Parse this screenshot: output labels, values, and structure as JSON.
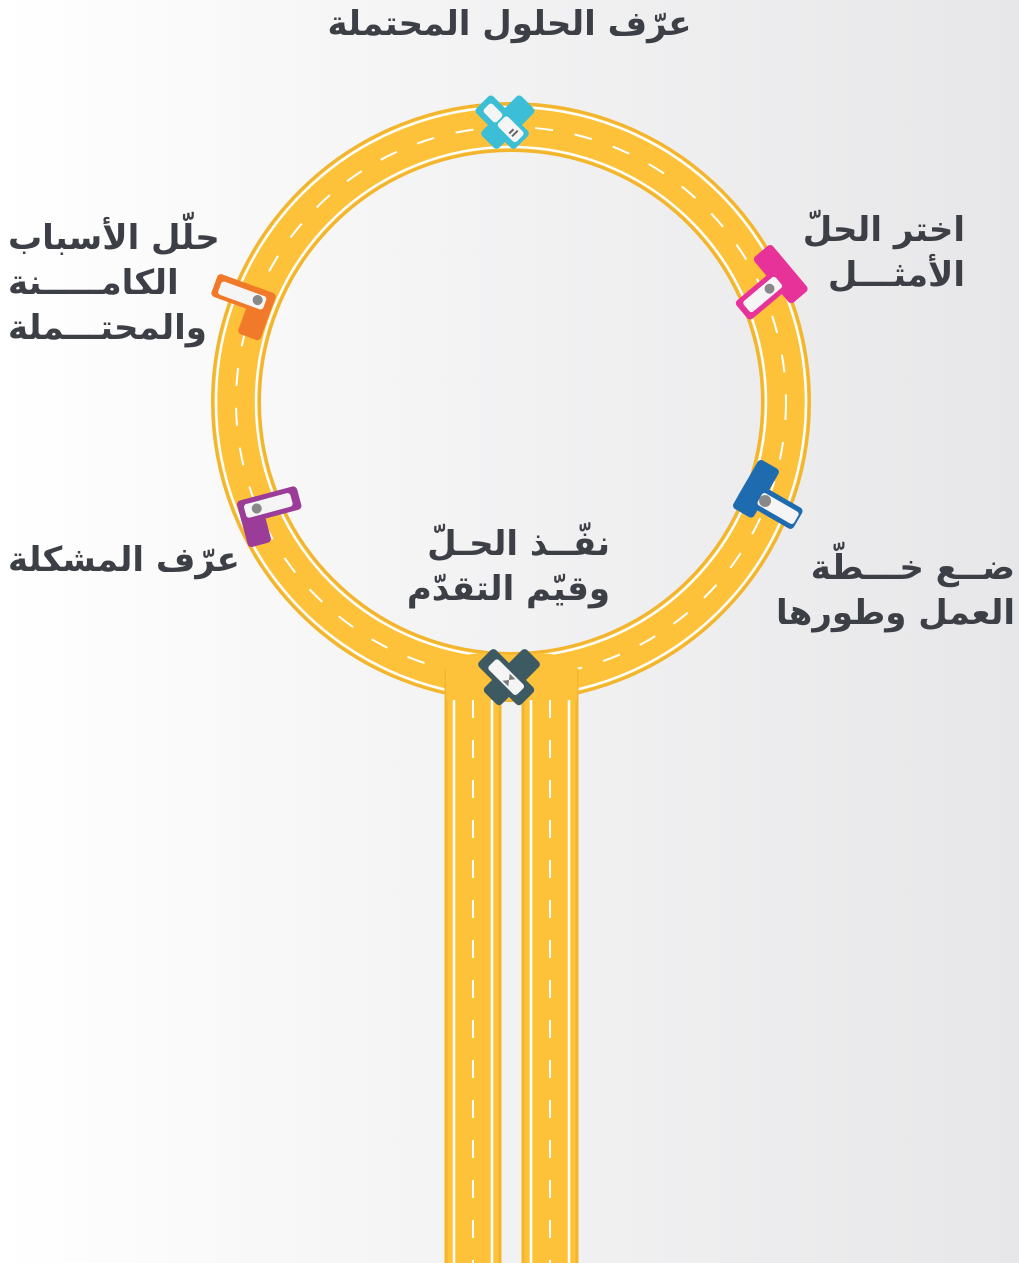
{
  "steps": {
    "top": {
      "line1": "عرّف الحلول المحتملة",
      "color": "#3cbfd6",
      "icon": "signal-icon"
    },
    "right": {
      "line1": "اختر الحلّ",
      "line2": "الأمثـــل",
      "color": "#e7329a",
      "icon": "gear-icon"
    },
    "right_bottom": {
      "line1": "ضــع خـــطّة",
      "line2": "العمل وطورها",
      "color": "#1e6bb0",
      "icon": "globe-icon"
    },
    "center": {
      "line1": "نفّــذ الحـلّ",
      "line2": "وقيّم التقدّم",
      "color": "#3d5a63",
      "icon": "hourglass-icon"
    },
    "left_bottom": {
      "line1": "عرّف المشكلة",
      "color": "#9b3c98",
      "icon": "gear-icon"
    },
    "left_top": {
      "line1": "حلّل الأسباب",
      "line2": "الكامـــــنة",
      "line3": "والمحتـــملة",
      "color": "#f07a2a",
      "icon": "gear-icon"
    }
  },
  "road": {
    "color": "#fdc23a",
    "line_color": "#ffffff"
  }
}
